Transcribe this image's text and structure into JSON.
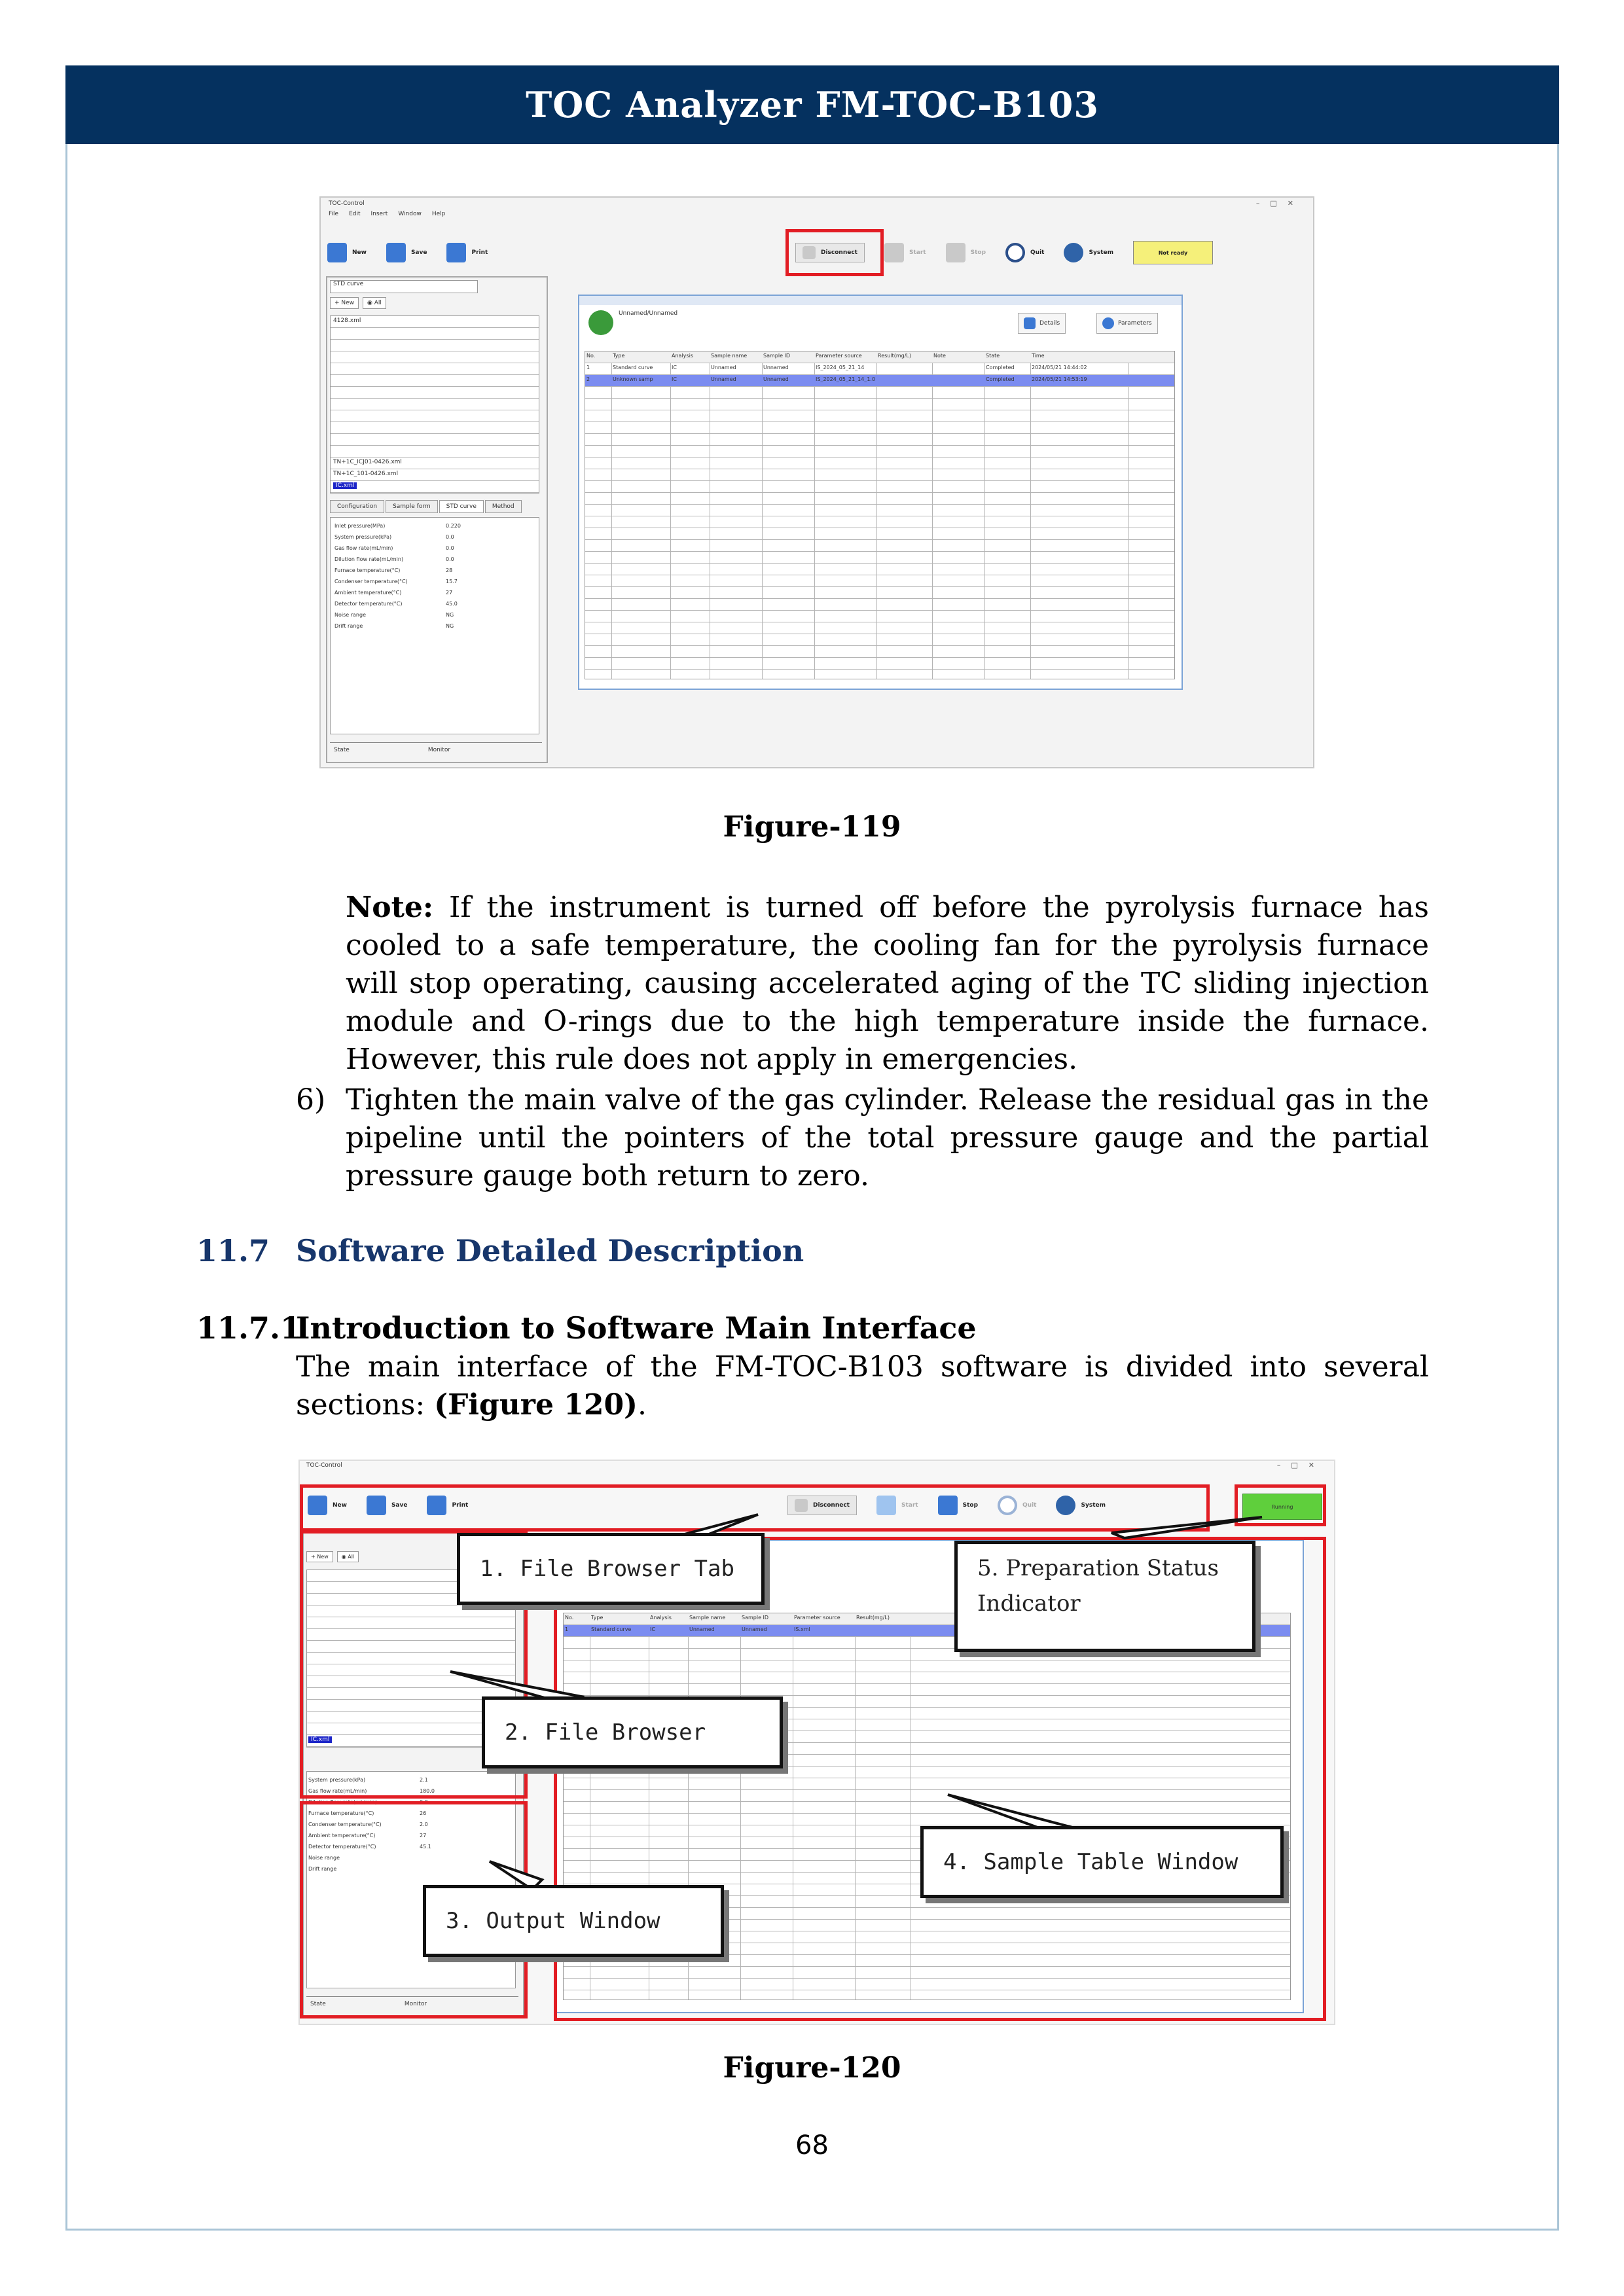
{
  "header": {
    "title": "TOC Analyzer FM-TOC-B103"
  },
  "figure119": {
    "caption": "Figure-119",
    "app_title": "TOC-Control",
    "menu": [
      "File",
      "Edit",
      "Insert",
      "Window",
      "Help"
    ],
    "toolbar": {
      "new": "New",
      "save": "Save",
      "print": "Print",
      "disconnect": "Disconnect",
      "start": "Start",
      "stop": "Stop",
      "quit": "Quit",
      "system": "System",
      "status": "Not ready"
    },
    "file_browser": {
      "title": "STD curve",
      "new": "New",
      "all": "All",
      "items": [
        "4128.xml",
        "TN+1C_ICJ01-0426.xml",
        "TN+1C_101-0426.xml",
        "IC.xml"
      ]
    },
    "tabs": [
      "Configuration",
      "Sample form",
      "STD curve",
      "Method"
    ],
    "readings": [
      {
        "label": "Inlet pressure(MPa)",
        "value": "0.220"
      },
      {
        "label": "System pressure(kPa)",
        "value": "0.0"
      },
      {
        "label": "Gas flow rate(mL/min)",
        "value": "0.0"
      },
      {
        "label": "Dilution flow rate(mL/min)",
        "value": "0.0"
      },
      {
        "label": "Furnace temperature(°C)",
        "value": "28"
      },
      {
        "label": "Condenser temperature(°C)",
        "value": "15.7"
      },
      {
        "label": "Ambient temperature(°C)",
        "value": "27"
      },
      {
        "label": "Detector temperature(°C)",
        "value": "45.0"
      },
      {
        "label": "Noise range",
        "value": "NG"
      },
      {
        "label": "Drift range",
        "value": "NG"
      }
    ],
    "status_bar": {
      "state": "State",
      "monitor": "Monitor"
    },
    "table": {
      "title": "Unnamed/Unnamed",
      "details": "Details",
      "parameters": "Parameters",
      "columns": [
        "No.",
        "Type",
        "Analysis",
        "Sample name",
        "Sample ID",
        "Parameter source",
        "Result(mg/L)",
        "Note",
        "State",
        "Time"
      ],
      "rows": [
        [
          "1",
          "Standard curve",
          "IC",
          "Unnamed",
          "Unnamed",
          "IS_2024_05_21_14",
          "",
          "",
          "Completed",
          "2024/05/21 14:44:02"
        ],
        [
          "2",
          "Unknown samp",
          "IC",
          "Unnamed",
          "Unnamed",
          "IS_2024_05_21_14_1.0000",
          "",
          "",
          "Completed",
          "2024/05/21 14:53:19"
        ]
      ]
    }
  },
  "body": {
    "note_label": "Note:",
    "note_text": "If the instrument is turned off before the pyrolysis furnace has cooled to a safe temperature, the cooling fan for the pyrolysis furnace will stop operating, causing accelerated aging of the TC sliding injection module and O-rings due to the high temperature inside the furnace. However, this rule does not apply in emergencies.",
    "step6_num": "6)",
    "step6_text": "Tighten the main valve of the gas cylinder. Release the residual gas in the pipeline until the pointers of the total pressure gauge and the partial pressure gauge both return to zero.",
    "section_num": "11.7",
    "section_title": "Software Detailed Description",
    "subsection_num": "11.7.1",
    "subsection_title": "Introduction to Software Main Interface",
    "intro_text": "The main interface of the FM-TOC-B103  software is divided into several sections:",
    "intro_ref": "(Figure 120)",
    "intro_end": "."
  },
  "figure120": {
    "caption": "Figure-120",
    "app_title": "TOC-Control",
    "toolbar": {
      "new": "New",
      "save": "Save",
      "print": "Print",
      "disconnect": "Disconnect",
      "start": "Start",
      "stop": "Stop",
      "quit": "Quit",
      "system": "System",
      "status": "Running"
    },
    "callouts": {
      "c1": "1.  File Browser Tab",
      "c2": "2.  File Browser",
      "c3": "3.  Output Window",
      "c4": "4.  Sample Table Window",
      "c5a": "5. Preparation Status",
      "c5b": "Indicator"
    },
    "table_row": [
      "1",
      "Standard curve",
      "IC",
      "Unnamed",
      "Unnamed",
      "IS.xml"
    ],
    "columns": [
      "No.",
      "Type",
      "Analysis",
      "Sample name",
      "Sample ID",
      "Parameter source",
      "Result(mg/L)"
    ],
    "readings": [
      {
        "label": "System pressure(kPa)",
        "value": "2.1"
      },
      {
        "label": "Gas flow rate(mL/min)",
        "value": "180.0"
      },
      {
        "label": "Dilution flow rate(mL/min)",
        "value": "0.0"
      },
      {
        "label": "Furnace temperature(°C)",
        "value": "26"
      },
      {
        "label": "Condenser temperature(°C)",
        "value": "2.0"
      },
      {
        "label": "Ambient temperature(°C)",
        "value": "27"
      },
      {
        "label": "Detector temperature(°C)",
        "value": "45.1"
      },
      {
        "label": "Noise range",
        "value": ""
      },
      {
        "label": "Drift range",
        "value": ""
      }
    ],
    "file_item": "IC.xml",
    "status_bar": {
      "state": "State",
      "monitor": "Monitor"
    }
  },
  "page_number": "68",
  "colors": {
    "header_bg": "#05315f",
    "section_blue": "#17366b",
    "highlight_red": "#e21d24",
    "status_yellow": "#f5f07a",
    "status_green": "#5fcf3c",
    "row_select": "#7b8cf0"
  }
}
